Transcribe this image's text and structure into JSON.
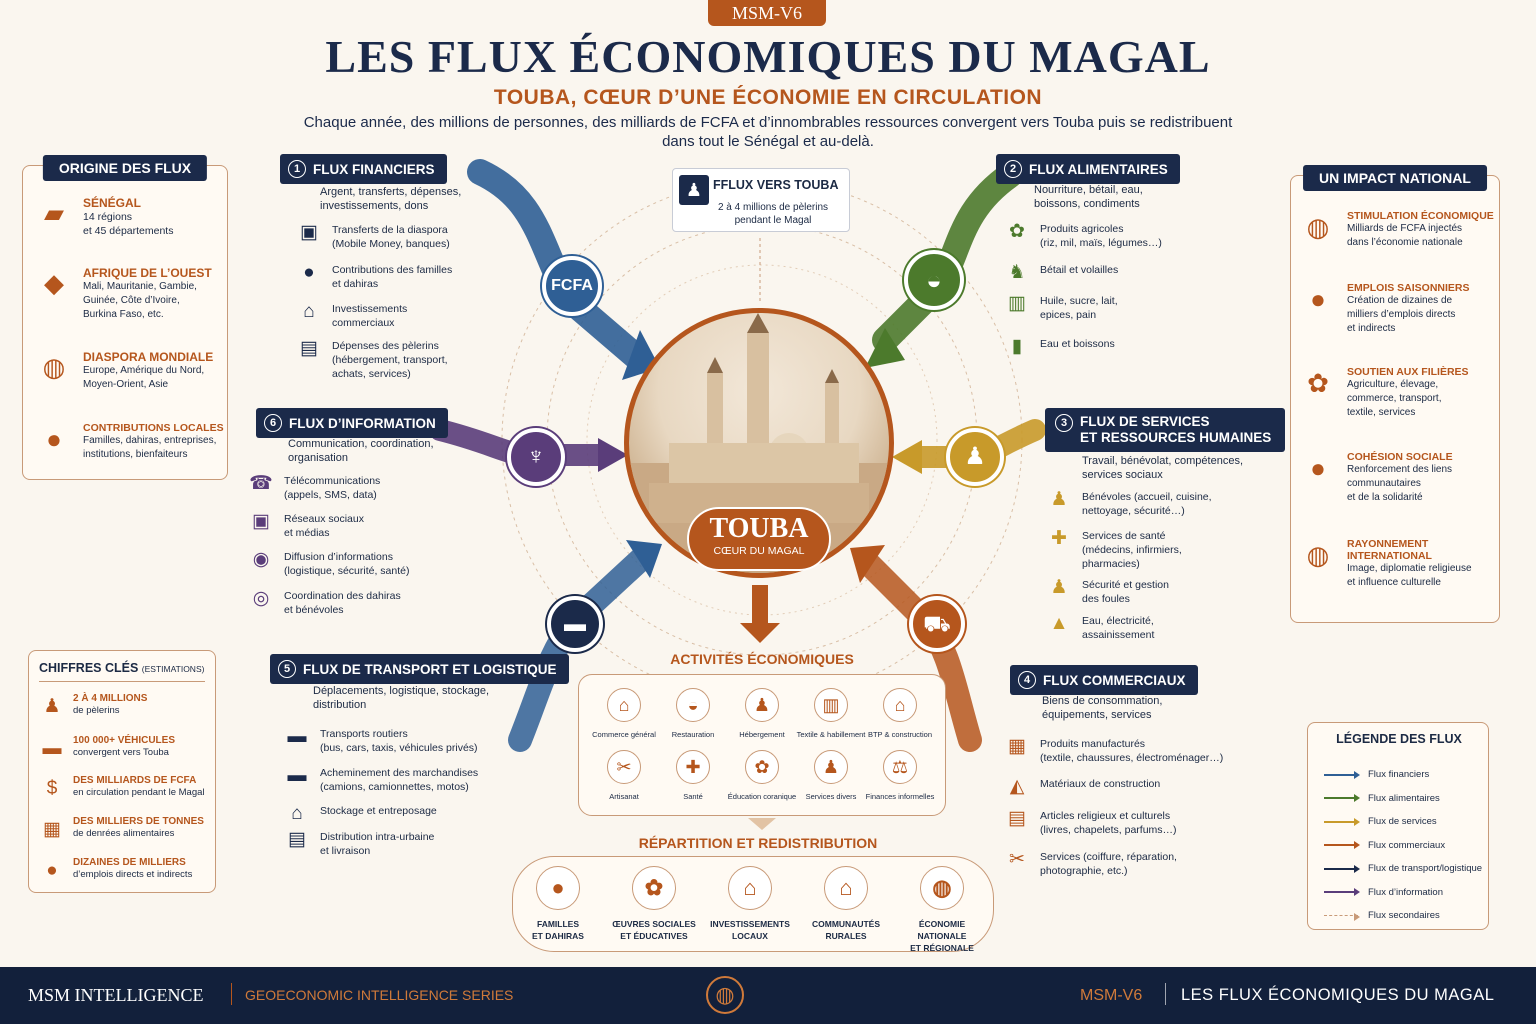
{
  "badge": "MSM-V6",
  "title": "LES FLUX ÉCONOMIQUES DU MAGAL",
  "subtitle": "TOUBA, CŒUR D’UNE ÉCONOMIE EN CIRCULATION",
  "intro": "Chaque année, des millions de personnes, des milliards de FCFA et d’innombrables ressources convergent vers Touba puis se redistribuent dans tout le Sénégal et au-delà.",
  "origin": {
    "header": "ORIGINE DES FLUX",
    "items": [
      {
        "title": "SÉNÉGAL",
        "text": "14 régions\net 45 départements",
        "icon": "senegal-map-icon"
      },
      {
        "title": "AFRIQUE DE L’OUEST",
        "text": "Mali, Mauritanie, Gambie,\nGuinée, Côte d’Ivoire,\nBurkina Faso, etc.",
        "icon": "africa-map-icon"
      },
      {
        "title": "DIASPORA MONDIALE",
        "text": "Europe, Amérique du Nord,\nMoyen-Orient, Asie",
        "icon": "globe-icon"
      },
      {
        "title": "CONTRIBUTIONS LOCALES",
        "text": "Familles, dahiras, entreprises,\ninstitutions, bienfaiteurs",
        "icon": "people-icon"
      }
    ]
  },
  "impact": {
    "header": "UN IMPACT NATIONAL",
    "items": [
      {
        "title": "STIMULATION ÉCONOMIQUE",
        "text": "Milliards de FCFA injectés\ndans l’économie nationale"
      },
      {
        "title": "EMPLOIS SAISONNIERS",
        "text": "Création de dizaines de\nmilliers d’emplois directs\net indirects"
      },
      {
        "title": "SOUTIEN AUX FILIÈRES",
        "text": "Agriculture, élevage,\ncommerce, transport,\ntextile, services"
      },
      {
        "title": "COHÉSION SOCIALE",
        "text": "Renforcement des liens\ncommunautaires\net de la solidarité"
      },
      {
        "title": "RAYONNEMENT\nINTERNATIONAL",
        "text": "Image, diplomatie religieuse\net influence culturelle"
      }
    ]
  },
  "key_figures": {
    "header": "CHIFFRES CLÉS",
    "header_note": "(ESTIMATIONS)",
    "items": [
      {
        "title": "2 À 4 MILLIONS",
        "text": "de pèlerins"
      },
      {
        "title": "100 000+ VÉHICULES",
        "text": "convergent vers Touba"
      },
      {
        "title": "DES MILLIARDS DE FCFA",
        "text": "en circulation pendant le Magal"
      },
      {
        "title": "DES MILLIERS DE TONNES",
        "text": "de denrées alimentaires"
      },
      {
        "title": "DIZAINES DE MILLIERS",
        "text": "d’emplois directs et indirects"
      }
    ]
  },
  "legend": {
    "header": "LÉGENDE DES FLUX",
    "items": [
      {
        "label": "Flux financiers",
        "color": "#2f5f95"
      },
      {
        "label": "Flux alimentaires",
        "color": "#4c7a2c"
      },
      {
        "label": "Flux de services",
        "color": "#c89a2a"
      },
      {
        "label": "Flux commerciaux",
        "color": "#b5561d"
      },
      {
        "label": "Flux de transport/logistique",
        "color": "#1b2a4a"
      },
      {
        "label": "Flux d’information",
        "color": "#5a3d7a"
      },
      {
        "label": "Flux secondaires",
        "color": "#c89a78"
      }
    ]
  },
  "center": {
    "title": "FFLUX VERS TOUBA",
    "text": "2 à 4 millions de pèlerins\npendant le Magal",
    "touba": "TOUBA",
    "touba_sub": "CŒUR DU MAGAL",
    "fcfa": "FCFA"
  },
  "flows": {
    "financial": {
      "num": "1",
      "title": "FLUX FINANCIERS",
      "desc": "Argent, transferts, dépenses,\ninvestissements, dons",
      "items": [
        "Transferts de la diaspora\n(Mobile Money, banques)",
        "Contributions des familles\net dahiras",
        "Investissements\ncommerciaux",
        "Dépenses des pèlerins\n(hébergement, transport,\nachats, services)"
      ]
    },
    "food": {
      "num": "2",
      "title": "FLUX ALIMENTAIRES",
      "desc": "Nourriture, bétail, eau,\nboissons, condiments",
      "items": [
        "Produits agricoles\n(riz, mil, maïs, légumes…)",
        "Bétail et volailles",
        "Huile, sucre, lait,\nepices, pain",
        "Eau et boissons"
      ]
    },
    "services": {
      "num": "3",
      "title": "FLUX DE SERVICES\nET RESSOURCES HUMAINES",
      "desc": "Travail, bénévolat, compétences,\nservices sociaux",
      "items": [
        "Bénévoles (accueil, cuisine,\nnettoyage, sécurité…)",
        "Services de santé\n(médecins, infirmiers,\npharmacies)",
        "Sécurité et gestion\ndes foules",
        "Eau, électricité,\nassainissement"
      ]
    },
    "commercial": {
      "num": "4",
      "title": "FLUX COMMERCIAUX",
      "desc": "Biens de consommation,\néquipements, services",
      "items": [
        "Produits manufacturés\n(textile, chaussures, électroménager…)",
        "Matériaux de construction",
        "Articles religieux et culturels\n(livres, chapelets, parfums…)",
        "Services (coiffure, réparation,\nphotographie, etc.)"
      ]
    },
    "transport": {
      "num": "5",
      "title": "FLUX DE TRANSPORT ET LOGISTIQUE",
      "desc": "Déplacements, logistique, stockage,\ndistribution",
      "items": [
        "Transports routiers\n(bus, cars, taxis, véhicules privés)",
        "Acheminement des marchandises\n(camions, camionnettes, motos)",
        "Stockage et entreposage",
        "Distribution intra-urbaine\net livraison"
      ]
    },
    "information": {
      "num": "6",
      "title": "FLUX D’INFORMATION",
      "desc": "Communication, coordination,\norganisation",
      "items": [
        "Télécommunications\n(appels, SMS, data)",
        "Réseaux sociaux\net médias",
        "Diffusion d’informations\n(logistique, sécurité, santé)",
        "Coordination des dahiras\net bénévoles"
      ]
    }
  },
  "activities": {
    "header": "ACTIVITÉS ÉCONOMIQUES",
    "items": [
      "Commerce général",
      "Restauration",
      "Hébergement",
      "Textile & habillement",
      "BTP & construction",
      "Artisanat",
      "Santé",
      "Éducation coranique",
      "Services divers",
      "Finances informelles"
    ]
  },
  "redistribution": {
    "header": "RÉPARTITION ET REDISTRIBUTION",
    "items": [
      "FAMILLES\nET DAHIRAS",
      "ŒUVRES SOCIALES\nET ÉDUCATIVES",
      "INVESTISSEMENTS\nLOCAUX",
      "COMMUNAUTÉS\nRURALES",
      "ÉCONOMIE NATIONALE\nET RÉGIONALE"
    ]
  },
  "footer": {
    "brand": "MSM INTELLIGENCE",
    "series": "GEOECONOMIC INTELLIGENCE SERIES",
    "code": "MSM-V6",
    "right_title": "LES FLUX ÉCONOMIQUES DU MAGAL"
  }
}
